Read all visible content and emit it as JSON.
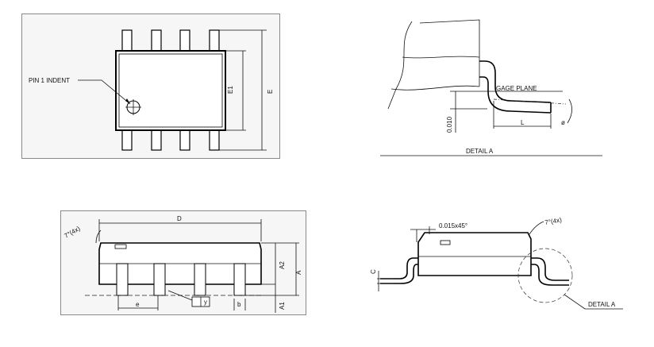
{
  "top_view": {
    "pin1_label": "PIN 1 INDENT",
    "dim_e1": "E1",
    "dim_e": "E"
  },
  "detail_a": {
    "gage_plane": "GAGE PLANE",
    "dim_0010": "0.010",
    "dim_l": "L",
    "angle": "ø",
    "title": "DETAIL A"
  },
  "side_view": {
    "dim_d": "D",
    "angle_note": "7°(4x)",
    "dim_a2": "A2",
    "dim_a": "A",
    "dim_a1": "A1",
    "dim_e_pitch": "e",
    "dim_b": "b",
    "datum_y": "y"
  },
  "end_view": {
    "chamfer": "0.015x45°",
    "angle_note": "7°(4x)",
    "dim_c": "C",
    "detail_callout": "DETAIL A"
  }
}
